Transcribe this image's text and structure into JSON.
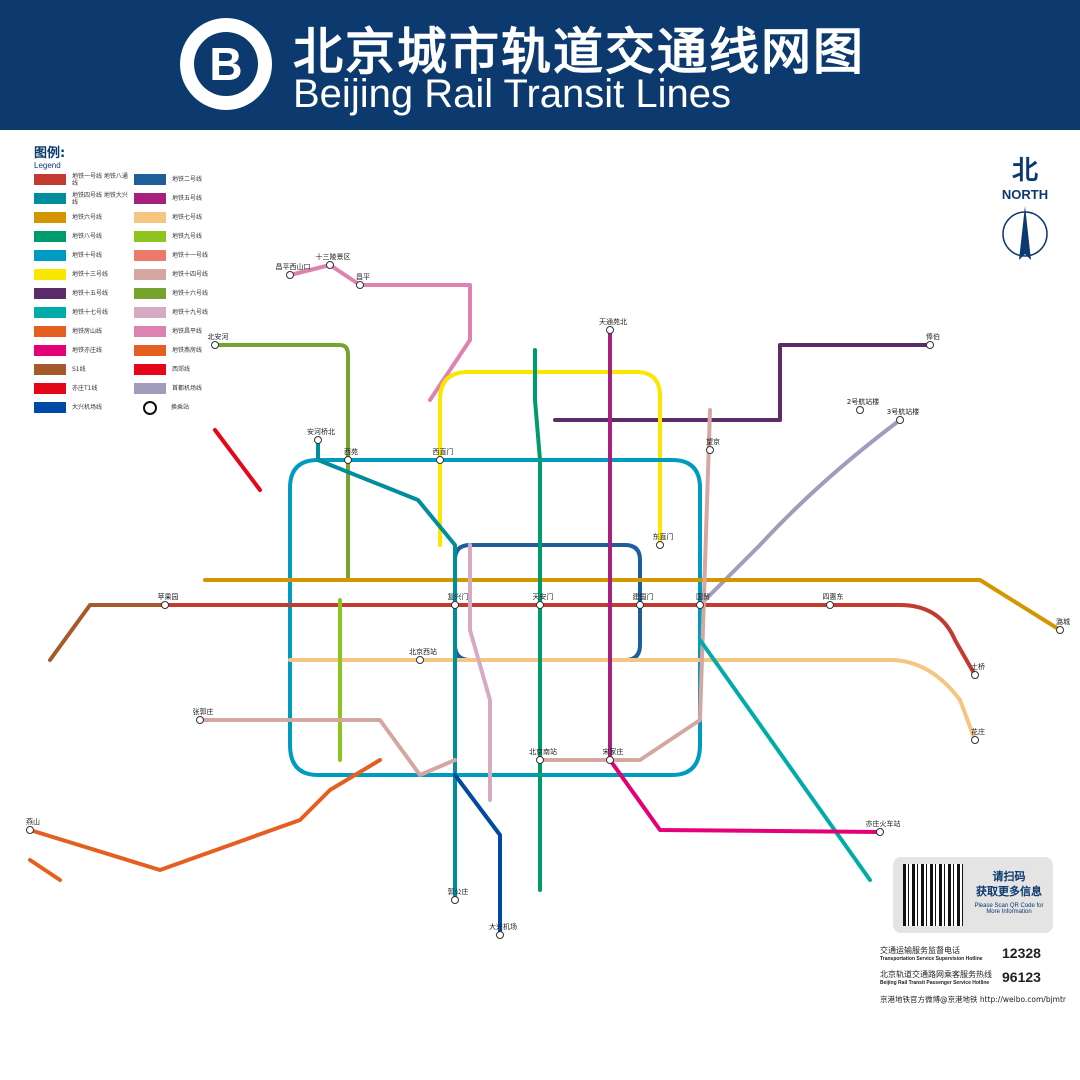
{
  "header": {
    "title_cn": "北京城市轨道交通线网图",
    "title_en": "Beijing Rail Transit Lines",
    "logo": "B"
  },
  "legend": {
    "title": "图例:",
    "subtitle": "Legend",
    "items": [
      {
        "label": "地铁一号线 地铁八通线",
        "color": "#C23A30"
      },
      {
        "label": "地铁二号线",
        "color": "#1E5E9B"
      },
      {
        "label": "地铁四号线 地铁大兴线",
        "color": "#008E9C"
      },
      {
        "label": "地铁五号线",
        "color": "#A5217D"
      },
      {
        "label": "地铁六号线",
        "color": "#D29700"
      },
      {
        "label": "地铁七号线",
        "color": "#F6C582"
      },
      {
        "label": "地铁八号线",
        "color": "#009B6B"
      },
      {
        "label": "地铁九号线",
        "color": "#8FC31F"
      },
      {
        "label": "地铁十号线",
        "color": "#009BC0"
      },
      {
        "label": "地铁十一号线",
        "color": "#ED796B"
      },
      {
        "label": "地铁十三号线",
        "color": "#F9E700"
      },
      {
        "label": "地铁十四号线",
        "color": "#D5A7A1"
      },
      {
        "label": "地铁十五号线",
        "color": "#5B2C68"
      },
      {
        "label": "地铁十六号线",
        "color": "#76A32E"
      },
      {
        "label": "地铁十七号线",
        "color": "#00ACA8"
      },
      {
        "label": "地铁十九号线",
        "color": "#D6ABC1"
      },
      {
        "label": "地铁房山线",
        "color": "#E46022"
      },
      {
        "label": "地铁昌平线",
        "color": "#DE82B2"
      },
      {
        "label": "地铁亦庄线",
        "color": "#E40077"
      },
      {
        "label": "地铁燕房线",
        "color": "#E46022"
      },
      {
        "label": "S1线",
        "color": "#A45A2A"
      },
      {
        "label": "西郊线",
        "color": "#E50619"
      },
      {
        "label": "亦庄T1线",
        "color": "#E50619"
      },
      {
        "label": "首都机场线",
        "color": "#A29BBB"
      },
      {
        "label": "大兴机场线",
        "color": "#0049A5"
      },
      {
        "label": "换乘站",
        "icon": "transfer-icon"
      }
    ]
  },
  "north": {
    "cn": "北",
    "en": "NORTH"
  },
  "stations": {
    "changpingxishankou": "昌平西山口",
    "shisanling": "十三陵景区",
    "changping": "昌平",
    "beianhe": "北安河",
    "tiantongyuanbei": "天通苑北",
    "fengbo": "俸伯",
    "t2": "2号航站楼",
    "t3": "3号航站楼",
    "xizhimen": "西直门",
    "dongzhimen": "东直门",
    "pingguoyuan": "苹果园",
    "sihuidong": "四惠东",
    "tuqiao": "土桥",
    "huazhuang": "花庄",
    "lucheng": "潞城",
    "fuxingmen": "复兴门",
    "jianguomen": "建国门",
    "tiananmen": "天安门",
    "beijingxi": "北京西站",
    "beijingnan": "北京南站",
    "songjiazhuang": "宋家庄",
    "daxingjichang": "大兴机场",
    "yizhuanghcz": "亦庄火车站",
    "yanshan": "燕山",
    "guogongzhuang": "郭公庄",
    "zhangguozhuang": "张郭庄",
    "anheqiaobei": "安河桥北",
    "xiyuan": "西苑",
    "wangjing": "望京",
    "guomao": "国贸"
  },
  "qr": {
    "cn_line1": "请扫码",
    "cn_line2": "获取更多信息",
    "en": "Please Scan QR Code for More Information"
  },
  "hotlines": [
    {
      "cn": "交通运输服务监督电话",
      "en": "Transportation Service Supervision Hotline",
      "number": "12328"
    },
    {
      "cn": "北京轨道交通路网乘客服务热线",
      "en": "Beijing Rail Transit Passenger Service Hotline",
      "number": "96123"
    }
  ],
  "weibo": "京港地铁官方微博@京港地铁  http://weibo.com/bjmtr"
}
